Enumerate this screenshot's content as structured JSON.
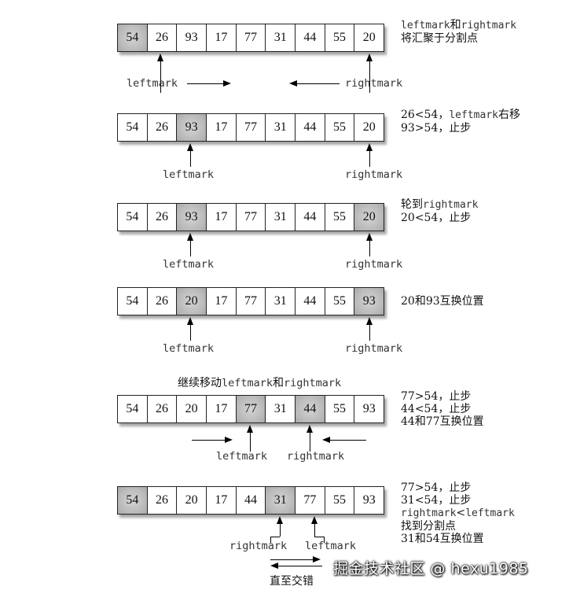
{
  "steps": [
    {
      "values": [
        "54",
        "26",
        "93",
        "17",
        "77",
        "31",
        "44",
        "55",
        "20"
      ],
      "highlight": [
        0
      ],
      "notes": [
        [
          {
            "t": "leftmark",
            "mono": true
          },
          {
            "t": "和",
            "mono": false
          },
          {
            "t": "rightmark",
            "mono": true
          }
        ],
        [
          {
            "t": "将汇聚于分割点",
            "mono": false
          }
        ]
      ],
      "labels": [
        "leftmark",
        "rightmark"
      ]
    },
    {
      "values": [
        "54",
        "26",
        "93",
        "17",
        "77",
        "31",
        "44",
        "55",
        "20"
      ],
      "highlight": [
        2
      ],
      "notes": [
        [
          {
            "t": "26<54，",
            "mono": false
          },
          {
            "t": "leftmark",
            "mono": true
          },
          {
            "t": "右移",
            "mono": false
          }
        ],
        [
          {
            "t": "93>54，止步",
            "mono": false
          }
        ]
      ],
      "labels": [
        "leftmark",
        "rightmark"
      ]
    },
    {
      "values": [
        "54",
        "26",
        "93",
        "17",
        "77",
        "31",
        "44",
        "55",
        "20"
      ],
      "highlight": [
        2,
        8
      ],
      "notes": [
        [
          {
            "t": "轮到",
            "mono": false
          },
          {
            "t": "rightmark",
            "mono": true
          }
        ],
        [
          {
            "t": "20<54，止步",
            "mono": false
          }
        ]
      ],
      "labels": [
        "leftmark",
        "rightmark"
      ]
    },
    {
      "values": [
        "54",
        "26",
        "20",
        "17",
        "77",
        "31",
        "44",
        "55",
        "93"
      ],
      "highlight": [
        2,
        8
      ],
      "notes": [
        [
          {
            "t": "20和93互换位置",
            "mono": false
          }
        ]
      ],
      "labels": [
        "leftmark",
        "rightmark"
      ]
    },
    {
      "heading": [
        {
          "t": "继续移动",
          "mono": false
        },
        {
          "t": "leftmark",
          "mono": true
        },
        {
          "t": "和",
          "mono": false
        },
        {
          "t": "rightmark",
          "mono": true
        }
      ],
      "values": [
        "54",
        "26",
        "20",
        "17",
        "77",
        "31",
        "44",
        "55",
        "93"
      ],
      "highlight": [
        4,
        6
      ],
      "notes": [
        [
          {
            "t": "77>54，止步",
            "mono": false
          }
        ],
        [
          {
            "t": "44<54，止步",
            "mono": false
          }
        ],
        [
          {
            "t": "44和77互换位置",
            "mono": false
          }
        ]
      ],
      "labels": [
        "leftmark",
        "rightmark"
      ]
    },
    {
      "values": [
        "54",
        "26",
        "20",
        "17",
        "44",
        "31",
        "77",
        "55",
        "93"
      ],
      "highlight": [
        0,
        5
      ],
      "notes": [
        [
          {
            "t": "77>54，止步",
            "mono": false
          }
        ],
        [
          {
            "t": "31<54，止步",
            "mono": false
          }
        ],
        [
          {
            "t": "rightmark",
            "mono": true
          },
          {
            "t": "<",
            "mono": false
          },
          {
            "t": "leftmark",
            "mono": true
          }
        ],
        [
          {
            "t": "找到分割点",
            "mono": false
          }
        ],
        [
          {
            "t": "31和54互换位置",
            "mono": false
          }
        ]
      ],
      "labels": [
        "rightmark",
        "leftmark"
      ],
      "bottom_text": "直至交错"
    }
  ],
  "watermark": "掘金技术社区 @ hexu1985"
}
